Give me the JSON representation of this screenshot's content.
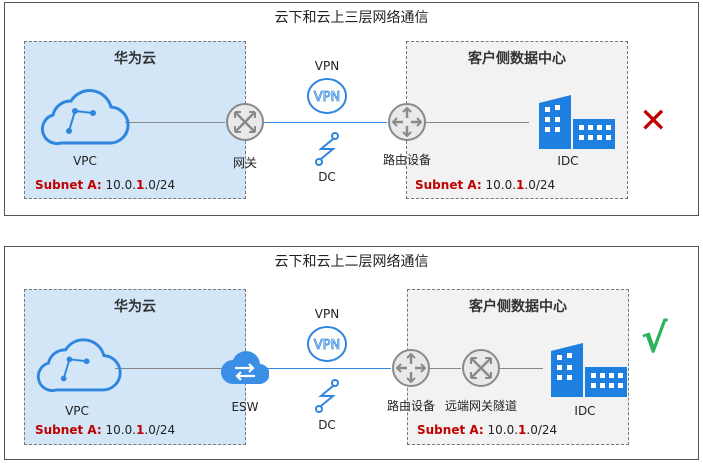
{
  "top": {
    "title": "云下和云上三层网络通信",
    "cloud_zone": "华为云",
    "dc_zone": "客户侧数据中心",
    "vpc_label": "VPC",
    "gateway_label": "网关",
    "vpn_label": "VPN",
    "dc_label": "DC",
    "router_label": "路由设备",
    "idc_label": "IDC",
    "subnet_left": {
      "label": "Subnet A:",
      "ip_pre": " 10.0.",
      "ip_hl": "1",
      "ip_post": ".0/24"
    },
    "subnet_right": {
      "label": "Subnet A:",
      "ip_pre": " 10.0.",
      "ip_hl": "1",
      "ip_post": ".0/24"
    },
    "result": "✕"
  },
  "bottom": {
    "title": "云下和云上二层网络通信",
    "cloud_zone": "华为云",
    "dc_zone": "客户侧数据中心",
    "vpc_label": "VPC",
    "esw_label": "ESW",
    "vpn_label": "VPN",
    "dc_label": "DC",
    "router_label": "路由设备",
    "tunnel_label": "远端网关隧道",
    "idc_label": "IDC",
    "subnet_left": {
      "label": "Subnet A:",
      "ip_pre": " 10.0.",
      "ip_hl": "1",
      "ip_post": ".0/24"
    },
    "subnet_right": {
      "label": "Subnet A:",
      "ip_pre": " 10.0.",
      "ip_hl": "1",
      "ip_post": ".0/24"
    },
    "result": "√"
  },
  "colors": {
    "accent": "#2e86de",
    "cross": "#c00000",
    "check": "#2bb35b"
  }
}
